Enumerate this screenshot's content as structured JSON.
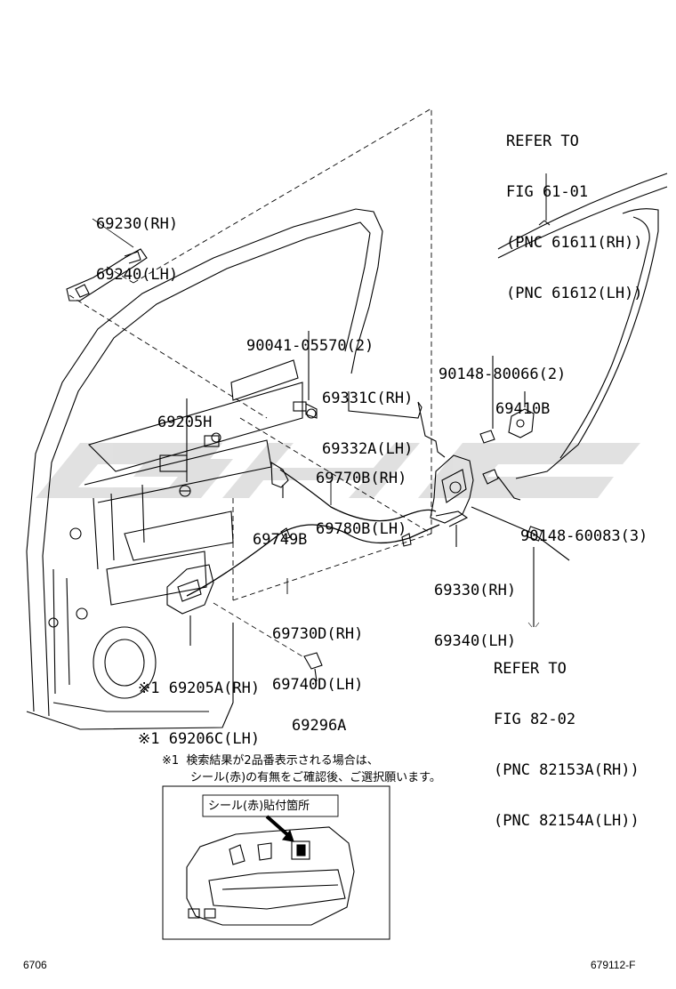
{
  "labels": {
    "refer_fig61": [
      "REFER TO",
      "FIG 61-01",
      "(PNC 61611(RH))",
      "(PNC 61612(LH))"
    ],
    "p69230": [
      "69230(RH)",
      "69240(LH)"
    ],
    "p90041": "90041-05570(2)",
    "p90148_80066": "90148-80066(2)",
    "p69331": [
      "69331C(RH)",
      "69332A(LH)"
    ],
    "p69410B": "69410B",
    "p69205H": "69205H",
    "p69770B": [
      "69770B(RH)",
      "69780B(LH)"
    ],
    "p69749B": "69749B",
    "p90148_60083": "90148-60083(3)",
    "p69330": [
      "69330(RH)",
      "69340(LH)"
    ],
    "p69730D": [
      "69730D(RH)",
      "69740D(LH)"
    ],
    "p69205A": [
      "※1 69205A(RH)",
      "※1 69206C(LH)"
    ],
    "p69296A": "69296A",
    "refer_fig82": [
      "REFER TO",
      "FIG 82-02",
      "(PNC 82153A(RH))",
      "(PNC 82154A(LH))"
    ]
  },
  "note": {
    "line1": "※1  検索結果が2品番表示される場合は、",
    "line2": "シール(赤)の有無をご確認後、ご選択願います。",
    "inset_label": "シール(赤)貼付箇所"
  },
  "footer": {
    "left": "6706",
    "right": "679112-F"
  },
  "watermark": "Ghe"
}
